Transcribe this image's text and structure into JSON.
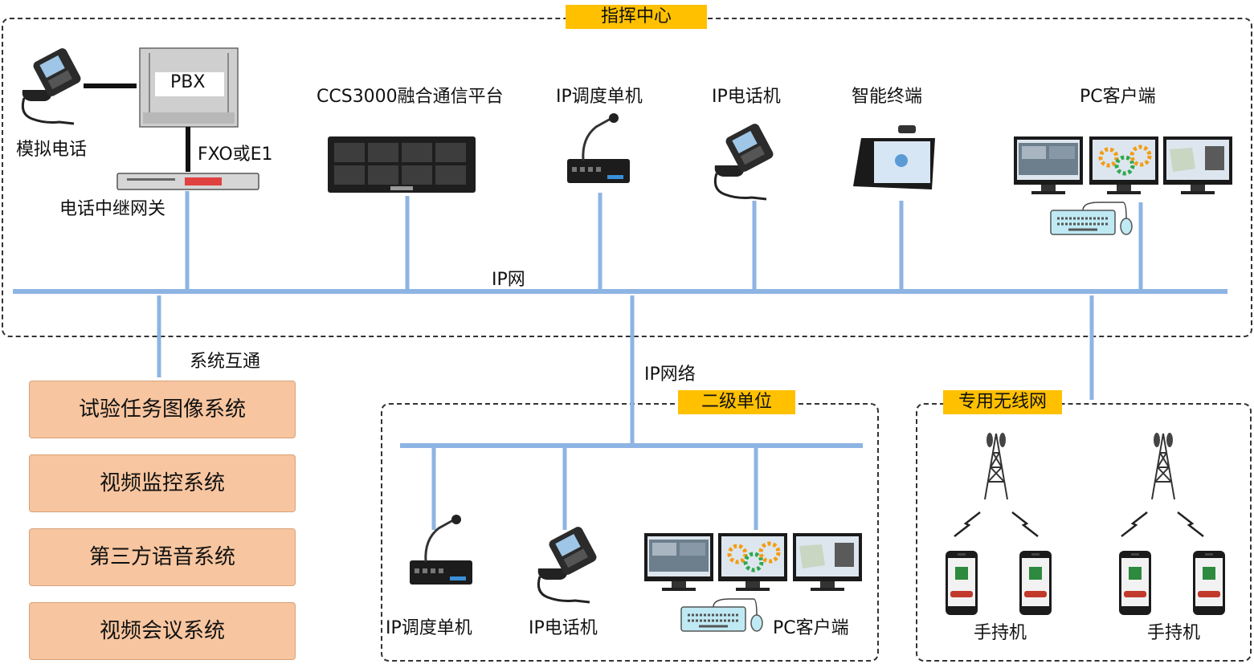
{
  "regions": {
    "command_center": "指挥中心",
    "secondary_unit": "二级单位",
    "wireless_net": "专用无线网"
  },
  "command_center": {
    "analog_phone": "模拟电话",
    "pbx": "PBX",
    "fxo": "FXO或E1",
    "trunk_gateway": "电话中继网关",
    "ccs_platform": "CCS3000融合通信平台",
    "ip_dispatch": "IP调度单机",
    "ip_phone": "IP电话机",
    "smart_terminal": "智能终端",
    "pc_client": "PC客户端",
    "ip_net": "IP网"
  },
  "links": {
    "interconnect": "系统互通",
    "ip_network": "IP网络"
  },
  "systems": [
    "试验任务图像系统",
    "视频监控系统",
    "第三方语音系统",
    "视频会议系统"
  ],
  "secondary": {
    "ip_dispatch": "IP调度单机",
    "ip_phone": "IP电话机",
    "pc_client": "PC客户端"
  },
  "wireless": {
    "handset_1": "手持机",
    "handset_2": "手持机"
  },
  "colors": {
    "bus_line": "#8eb4e3",
    "title_bg": "#ffc000",
    "system_box": "#f7c59f"
  }
}
